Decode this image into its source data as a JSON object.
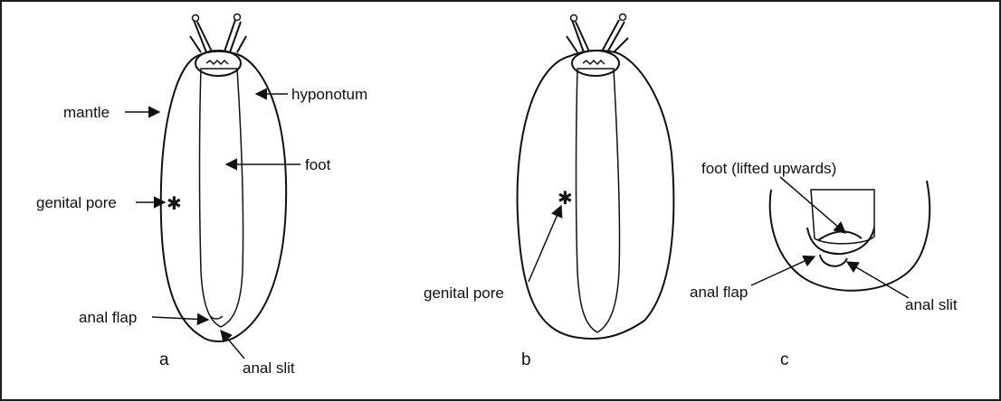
{
  "panels": {
    "a": {
      "label": "a",
      "labels": {
        "mantle": "mantle",
        "hyponotum": "hyponotum",
        "foot": "foot",
        "genital_pore": "genital pore",
        "anal_flap": "anal flap",
        "anal_slit": "anal slit"
      }
    },
    "b": {
      "label": "b",
      "labels": {
        "genital_pore": "genital pore"
      }
    },
    "c": {
      "label": "c",
      "labels": {
        "foot": "foot (lifted upwards)",
        "anal_flap": "anal flap",
        "anal_slit": "anal slit"
      }
    }
  }
}
